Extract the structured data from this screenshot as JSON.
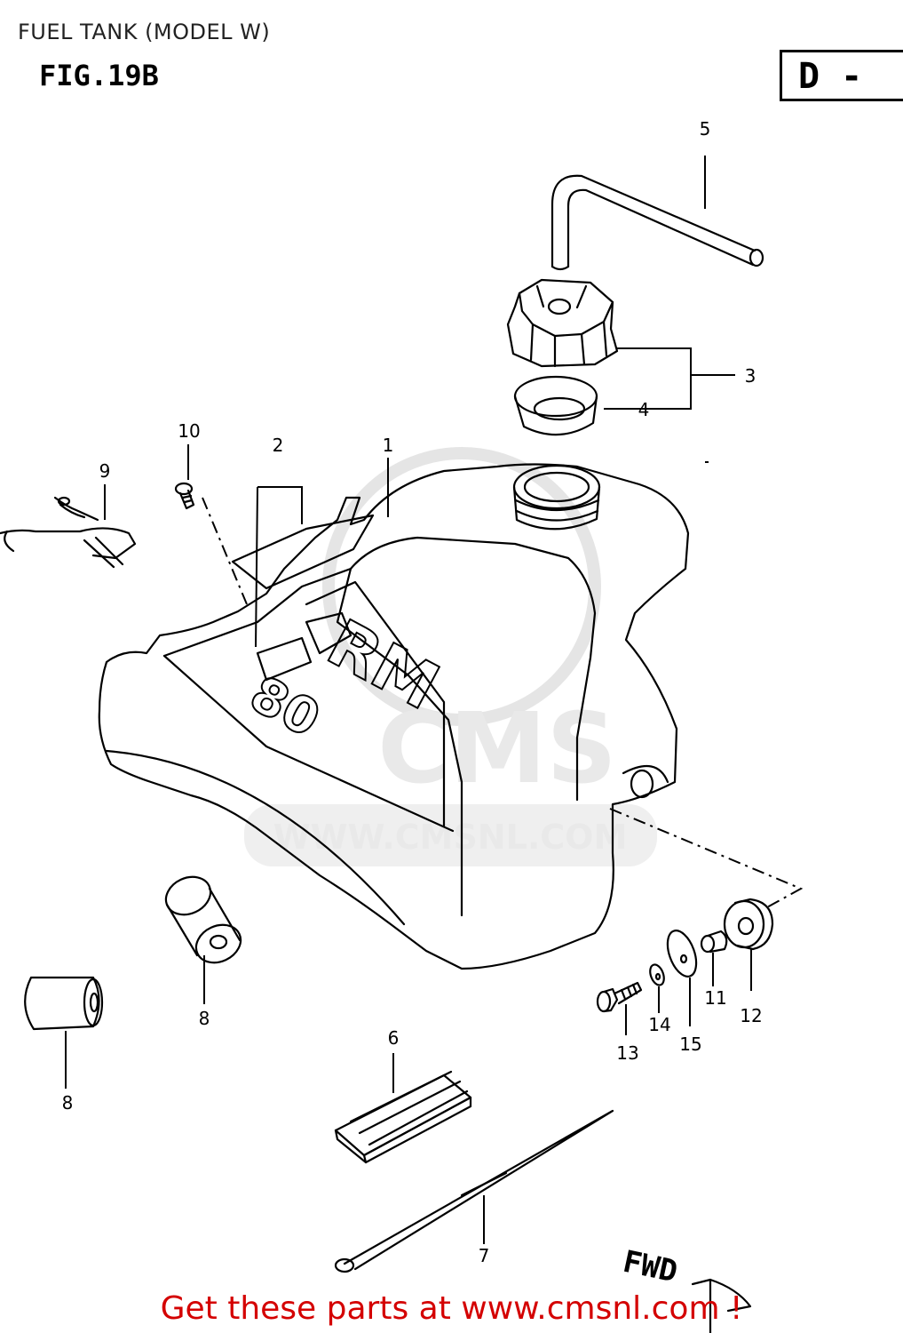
{
  "header": {
    "title": "FUEL TANK (MODEL W)",
    "figure": "FIG.19B",
    "section_code": "D -"
  },
  "tank_decal": {
    "line1": "RM",
    "line2": "80"
  },
  "watermark": {
    "logo": "CMS",
    "url": "WWW.CMSNL.COM"
  },
  "direction_marker": "FWD",
  "parts": {
    "p1": "1",
    "p2": "2",
    "p3": "3",
    "p4": "4",
    "p5": "5",
    "p6": "6",
    "p7": "7",
    "p8a": "8",
    "p8b": "8",
    "p9": "9",
    "p10": "10",
    "p11": "11",
    "p12": "12",
    "p13": "13",
    "p14": "14",
    "p15": "15"
  },
  "footer": {
    "cta": "Get these parts at www.cmsnl.com !"
  },
  "colors": {
    "footer_text": "#d40000",
    "watermark": "#d8d8d8",
    "lines": "#000000"
  }
}
